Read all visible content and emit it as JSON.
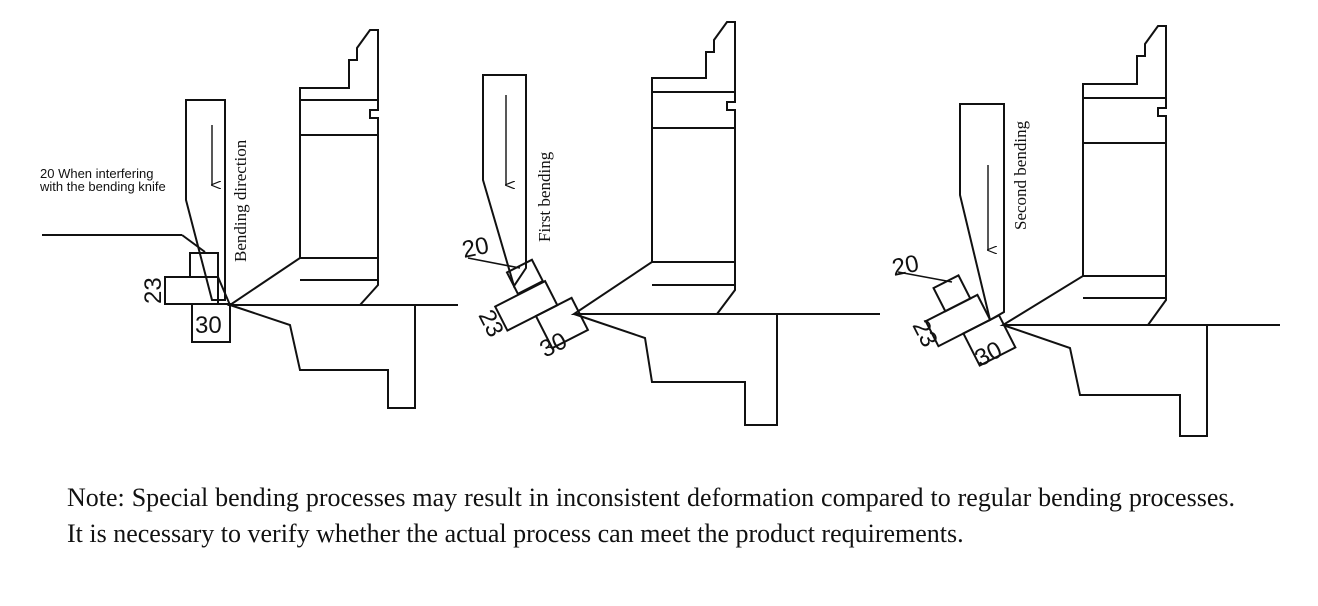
{
  "diagram1": {
    "note_line1": "20 When interfering",
    "note_line2": "with the bending knife",
    "direction_label": "Bending direction",
    "dim_small": "23",
    "dim_large": "30"
  },
  "diagram2": {
    "step_label": "First bending",
    "dim_tab": "20",
    "dim_small": "23",
    "dim_large": "30"
  },
  "diagram3": {
    "step_label": "Second bending",
    "dim_tab": "20",
    "dim_small": "23",
    "dim_large": "30"
  },
  "note": "Note: Special bending processes may result in inconsistent deformation compared to regular bending processes. It is necessary to verify whether the actual process can meet the product requirements.",
  "colors": {
    "line": "#111111",
    "background": "#ffffff"
  }
}
